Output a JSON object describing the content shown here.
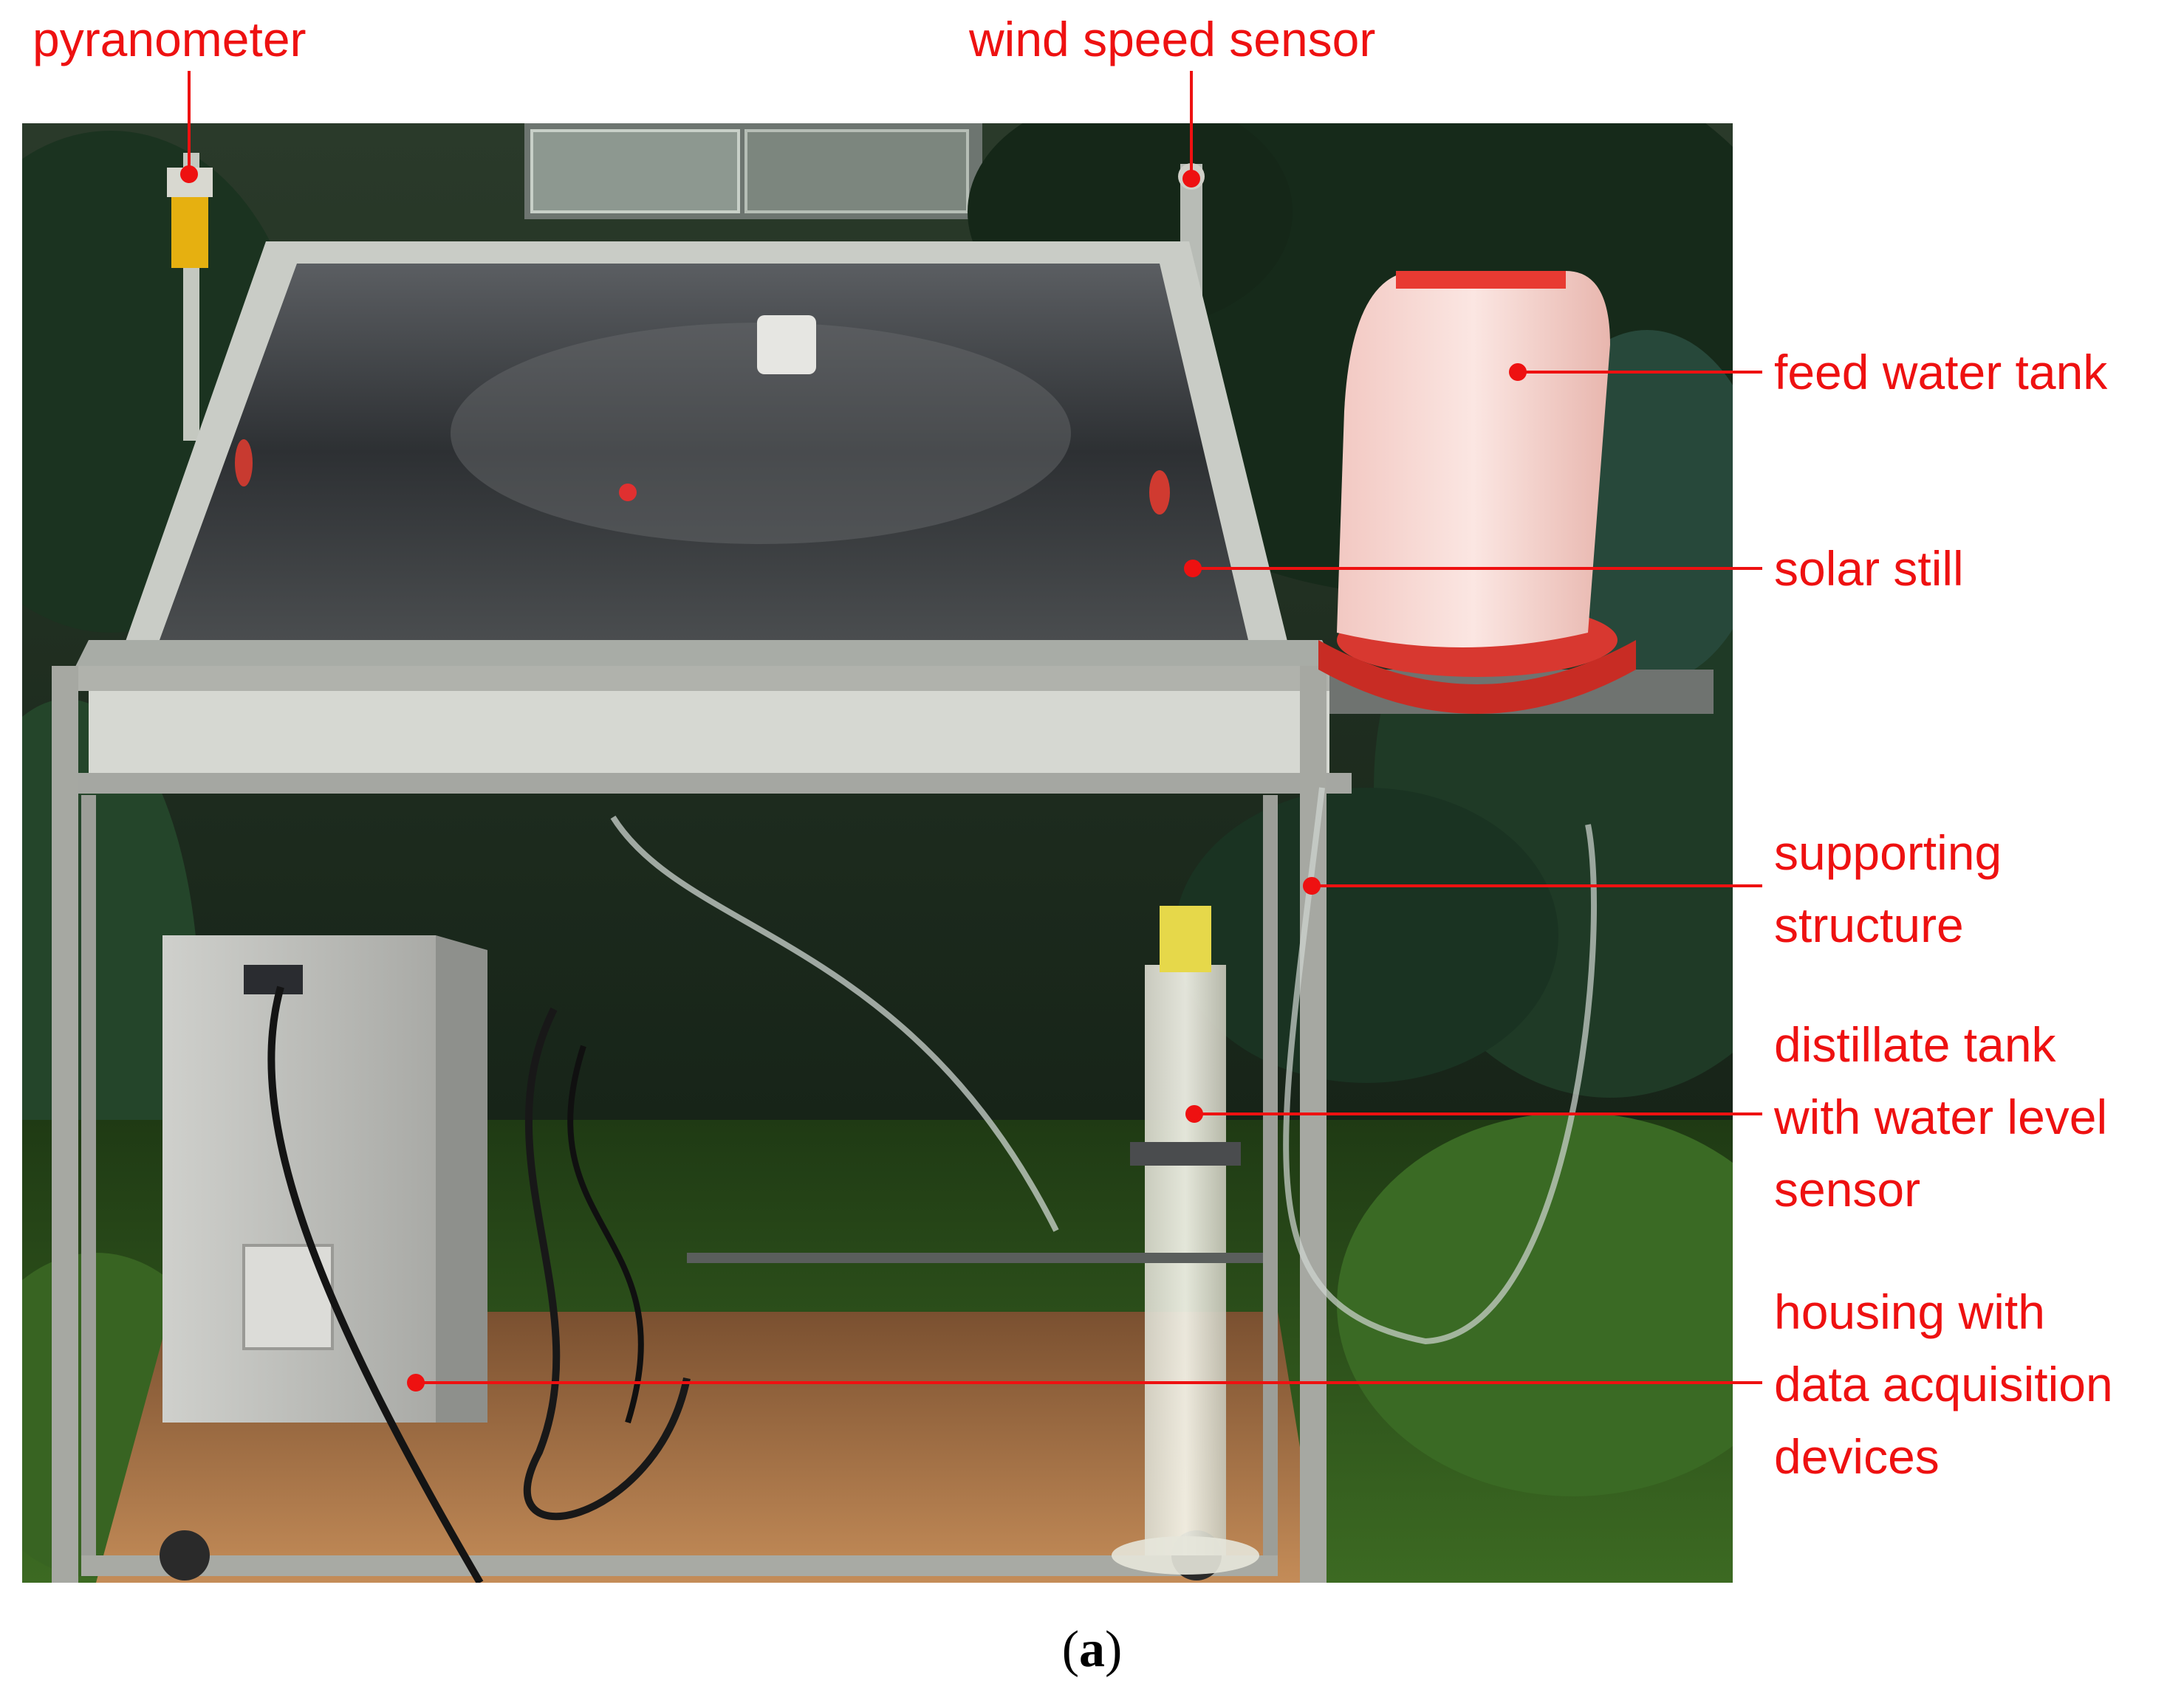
{
  "figure": {
    "caption_open": "(",
    "caption_letter": "a",
    "caption_close": ")"
  },
  "colors": {
    "annotation": "#ee1111",
    "background_foliage": "#1d3a22",
    "ground": "#b07a48",
    "frame": "#b8b8b0",
    "tank": "#f6d6d2"
  },
  "labels": {
    "pyranometer": "pyranometer",
    "wind_speed_sensor": "wind speed sensor",
    "feed_water_tank": "feed water tank",
    "solar_still": "solar still",
    "supporting_structure": [
      "supporting",
      "structure"
    ],
    "distillate_tank": [
      "distillate tank",
      "with water level",
      "sensor"
    ],
    "housing": [
      "housing with",
      "data acquisition",
      "devices"
    ]
  }
}
